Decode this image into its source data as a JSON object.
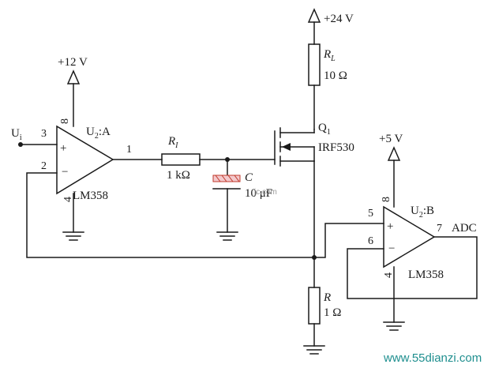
{
  "supplies": {
    "opamp_a": "+12 V",
    "load": "+24 V",
    "opamp_b": "+5 V"
  },
  "input": {
    "label": "U",
    "sub": "i"
  },
  "opamp_a": {
    "name": "U",
    "sub": "2",
    "suffix": ":A",
    "part": "LM358",
    "pin_noninv": "3",
    "pin_inv": "2",
    "pin_out": "1",
    "pin_vcc": "8",
    "pin_gnd": "4",
    "plus": "+",
    "minus": "−"
  },
  "resistor_ri": {
    "name": "R",
    "sub": "I",
    "value": "1 kΩ"
  },
  "capacitor": {
    "name": "C",
    "value": "10 μF"
  },
  "load": {
    "name": "R",
    "sub": "L",
    "value": "10 Ω"
  },
  "mosfet": {
    "name": "Q",
    "sub": "1",
    "part": "IRF530"
  },
  "sense": {
    "name": "R",
    "value": "1 Ω"
  },
  "opamp_b": {
    "name": "U",
    "sub": "2",
    "suffix": ":B",
    "part": "LM358",
    "pin_noninv": "5",
    "pin_inv": "6",
    "pin_out": "7",
    "pin_vcc": "8",
    "pin_gnd": "4",
    "output_label": "ADC",
    "plus": "+",
    "minus": "−"
  },
  "watermark": "www.55dianzi.com",
  "watermark_small": "jc.com"
}
